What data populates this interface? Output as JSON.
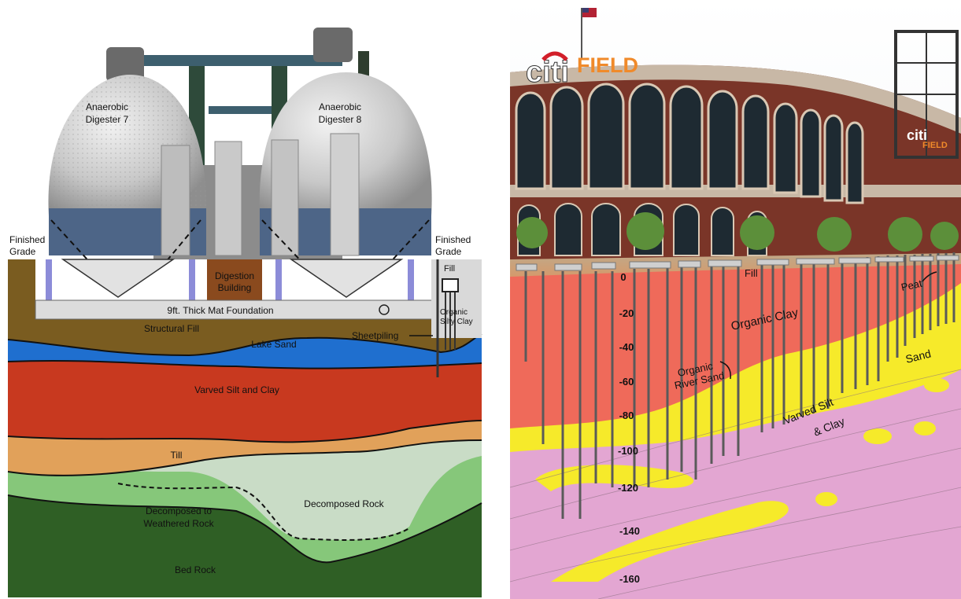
{
  "left_panel": {
    "digester_7": [
      "Anaerobic",
      "Digester 7"
    ],
    "digester_8": [
      "Anaerobic",
      "Digester 8"
    ],
    "finished_grade_left": [
      "Finished",
      "Grade"
    ],
    "finished_grade_right": [
      "Finished",
      "Grade"
    ],
    "digestion_building": [
      "Digestion",
      "Building"
    ],
    "fill": "Fill",
    "organic_silty_clay": [
      "Organic",
      "Silty Clay"
    ],
    "mat_foundation": "9ft. Thick Mat Foundation",
    "sheetpiling": "Sheetpiling",
    "layers": {
      "structural_fill": "Structural Fill",
      "lake_sand": "Lake Sand",
      "varved_silt_clay": "Varved Silt and Clay",
      "till": "Till",
      "decomposed_rock": "Decomposed Rock",
      "decomposed_weathered": [
        "Decomposed to",
        "Weathered Rock"
      ],
      "bed_rock": "Bed Rock"
    },
    "colors": {
      "structural_fill": "#7a5c20",
      "lake_sand": "#1f6fcf",
      "varved": "#c8391f",
      "till": "#e1a15a",
      "decomposed_rock": "#c9dcc6",
      "weathered": "#86c77a",
      "bed_rock": "#2f5f25"
    }
  },
  "right_panel": {
    "sign_citi": "citi",
    "sign_field": "FIELD",
    "small_sign_citi": "citi",
    "small_sign_field": "FIELD",
    "labels": {
      "fill": "Fill",
      "peat": "Peat",
      "organic_clay": "Organic Clay",
      "organic_river_sand": [
        "Organic",
        "River Sand"
      ],
      "sand": "Sand",
      "varved_silt_clay": [
        "Varved Silt",
        "& Clay"
      ]
    },
    "depth_labels": [
      "0",
      "-20",
      "-40",
      "-60",
      "-80",
      "-100",
      "-120",
      "-140",
      "-160"
    ],
    "colors": {
      "organic_clay": "#ef6a5a",
      "sand": "#f6ea2a",
      "varved": "#e3a6d2",
      "brick": "#7a3528"
    }
  }
}
